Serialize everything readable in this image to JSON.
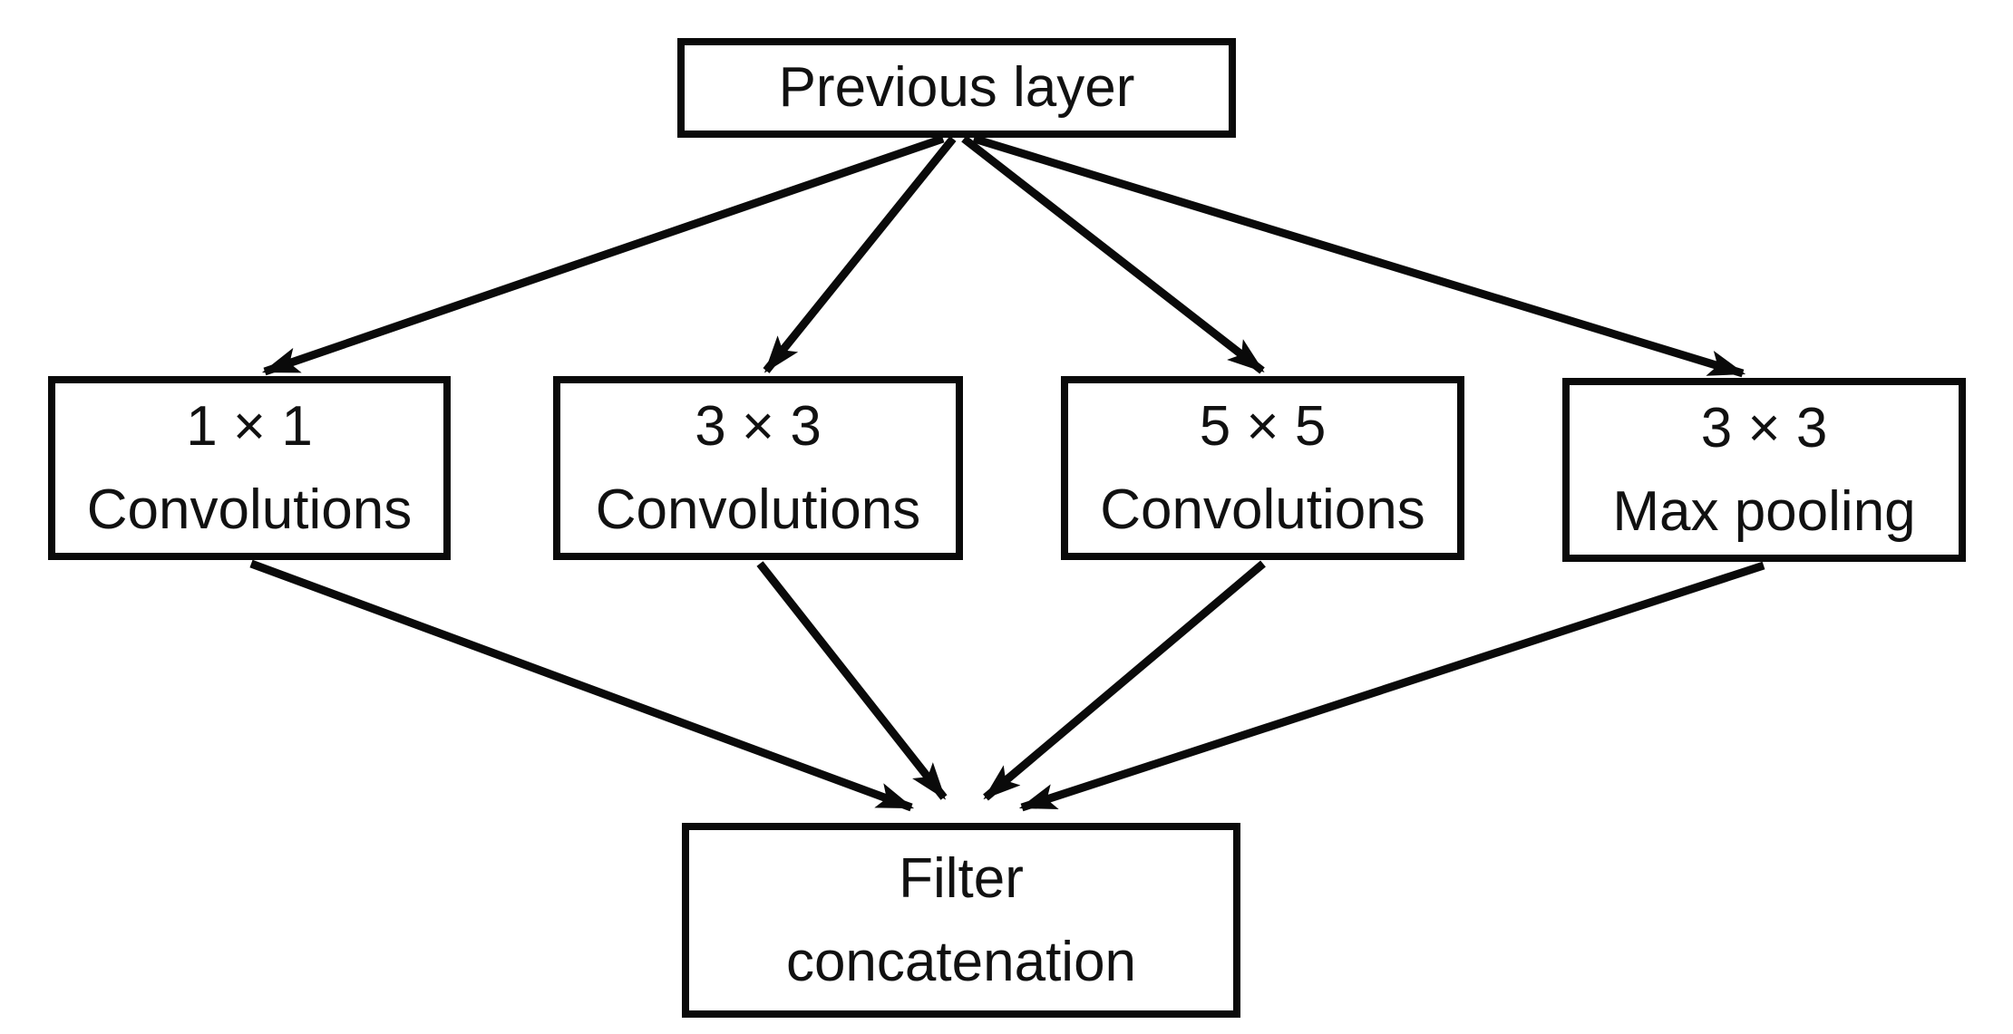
{
  "colors": {
    "background": "#ffffff",
    "box_fill": "#ffffff",
    "box_border": "#0a0a0a",
    "arrow": "#0a0a0a",
    "text": "#111111"
  },
  "nodes": {
    "previous_layer": {
      "label": "Previous layer"
    },
    "conv_1x1": {
      "line1": "1 × 1",
      "line2": "Convolutions"
    },
    "conv_3x3": {
      "line1": "3 × 3",
      "line2": "Convolutions"
    },
    "conv_5x5": {
      "line1": "5 × 5",
      "line2": "Convolutions"
    },
    "max_pooling": {
      "line1": "3 × 3",
      "line2": "Max pooling"
    },
    "filter_concatenation": {
      "line1": "Filter",
      "line2": "concatenation"
    }
  },
  "edges": [
    {
      "from": "previous_layer",
      "to": "conv_1x1"
    },
    {
      "from": "previous_layer",
      "to": "conv_3x3"
    },
    {
      "from": "previous_layer",
      "to": "conv_5x5"
    },
    {
      "from": "previous_layer",
      "to": "max_pooling"
    },
    {
      "from": "conv_1x1",
      "to": "filter_concatenation"
    },
    {
      "from": "conv_3x3",
      "to": "filter_concatenation"
    },
    {
      "from": "conv_5x5",
      "to": "filter_concatenation"
    },
    {
      "from": "max_pooling",
      "to": "filter_concatenation"
    }
  ]
}
